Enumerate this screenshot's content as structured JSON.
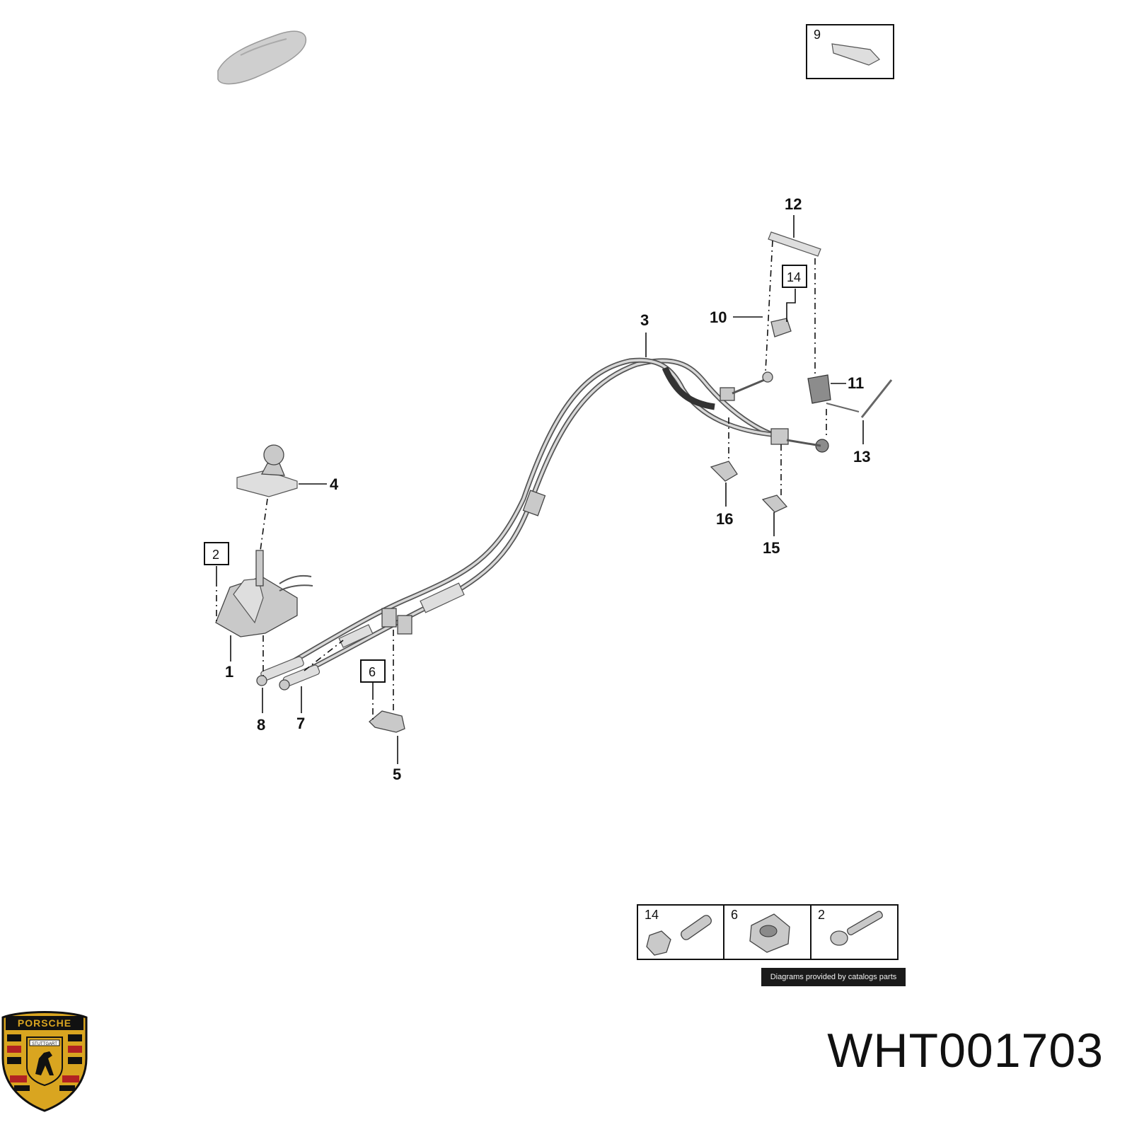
{
  "callouts": [
    "1",
    "3",
    "4",
    "5",
    "7",
    "8",
    "10",
    "11",
    "12",
    "13",
    "15",
    "16"
  ],
  "boxed_callouts": [
    "2",
    "6",
    "9",
    "14"
  ],
  "fastener_table": [
    {
      "ref": "14",
      "icon": "hex-bolt-icon"
    },
    {
      "ref": "6",
      "icon": "flange-nut-icon"
    },
    {
      "ref": "2",
      "icon": "screw-icon"
    }
  ],
  "credit": "Diagrams provided by catalogs parts",
  "part_number": "WHT001703",
  "logo": {
    "text": "PORSCHE",
    "subtext": "STUTTGART",
    "colors": {
      "gold": "#d9a520",
      "red": "#b22222",
      "black": "#111111"
    }
  }
}
